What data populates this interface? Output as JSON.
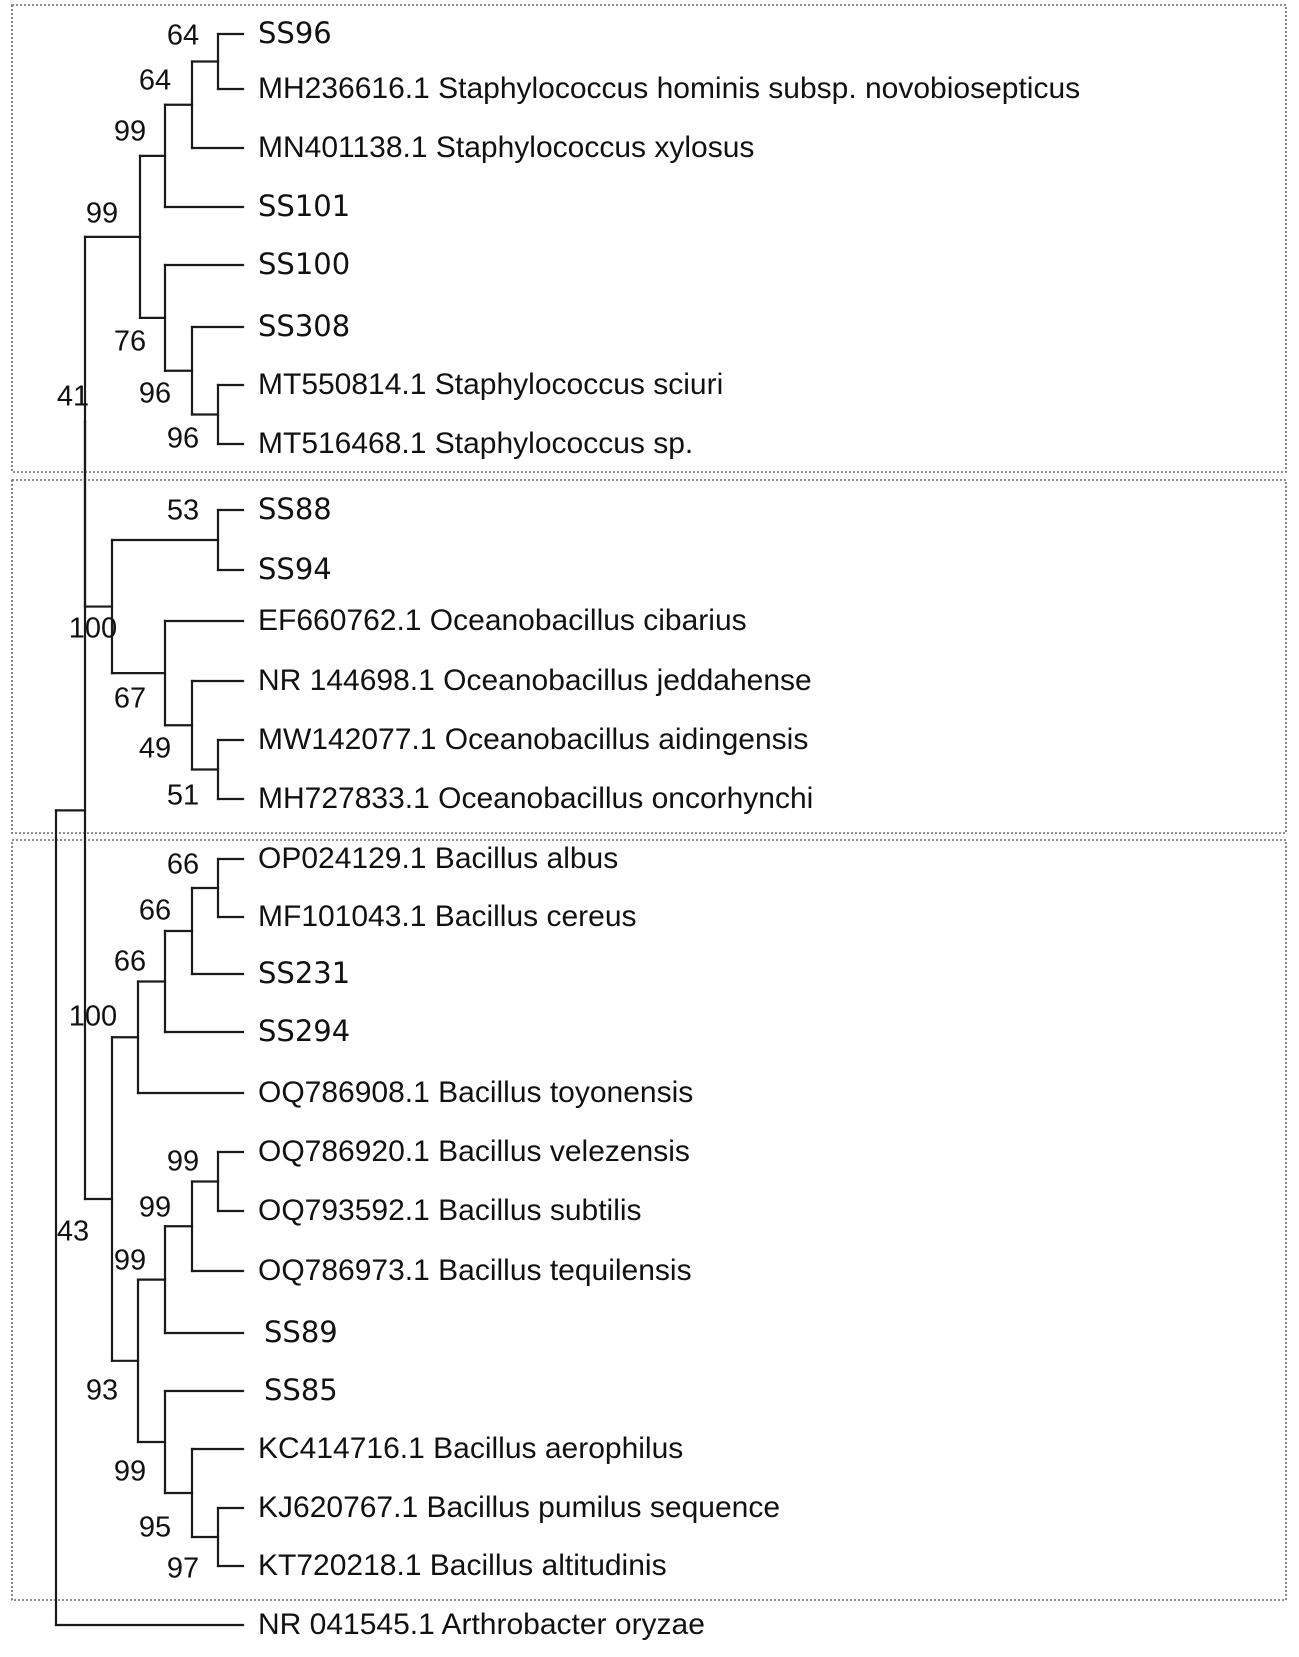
{
  "tree": {
    "leaves": [
      {
        "id": "SS96",
        "label": "SS96",
        "sample": true
      },
      {
        "id": "MH236616",
        "label": "MH236616.1 Staphylococcus hominis subsp. novobiosepticus"
      },
      {
        "id": "MN401138",
        "label": "MN401138.1 Staphylococcus xylosus"
      },
      {
        "id": "SS101",
        "label": "SS101",
        "sample": true
      },
      {
        "id": "SS100",
        "label": "SS100",
        "sample": true
      },
      {
        "id": "SS308",
        "label": "SS308",
        "sample": true
      },
      {
        "id": "MT550814",
        "label": "MT550814.1 Staphylococcus sciuri"
      },
      {
        "id": "MT516468",
        "label": "MT516468.1 Staphylococcus sp."
      },
      {
        "id": "SS88",
        "label": "SS88",
        "sample": true
      },
      {
        "id": "SS94",
        "label": "SS94",
        "sample": true
      },
      {
        "id": "EF660762",
        "label": "EF660762.1 Oceanobacillus cibarius"
      },
      {
        "id": "NR144698",
        "label": "NR 144698.1 Oceanobacillus jeddahense"
      },
      {
        "id": "MW142077",
        "label": "MW142077.1 Oceanobacillus aidingensis"
      },
      {
        "id": "MH727833",
        "label": "MH727833.1 Oceanobacillus oncorhynchi"
      },
      {
        "id": "OP024129",
        "label": "OP024129.1 Bacillus albus"
      },
      {
        "id": "MF101043",
        "label": "MF101043.1 Bacillus cereus"
      },
      {
        "id": "SS231",
        "label": "SS231",
        "sample": true
      },
      {
        "id": "SS294",
        "label": "SS294",
        "sample": true
      },
      {
        "id": "OQ786908",
        "label": "OQ786908.1 Bacillus toyonensis"
      },
      {
        "id": "OQ786920",
        "label": "OQ786920.1 Bacillus velezensis"
      },
      {
        "id": "OQ793592",
        "label": "OQ793592.1 Bacillus subtilis"
      },
      {
        "id": "OQ786973",
        "label": "OQ786973.1 Bacillus tequilensis"
      },
      {
        "id": "SS89",
        "label": "SS89",
        "sample": true
      },
      {
        "id": "SS85",
        "label": "SS85",
        "sample": true
      },
      {
        "id": "KC414716",
        "label": "KC414716.1 Bacillus aerophilus"
      },
      {
        "id": "KJ620767",
        "label": "KJ620767.1 Bacillus pumilus sequence"
      },
      {
        "id": "KT720218",
        "label": "KT720218.1 Bacillus altitudinis"
      },
      {
        "id": "NR041545",
        "label": "NR 041545.1 Arthrobacter oryzae"
      }
    ],
    "internal_nodes": [
      {
        "id": "n_ss96_mh",
        "children": [
          "SS96",
          "MH236616"
        ],
        "support": "64"
      },
      {
        "id": "n_xyl",
        "children": [
          "n_ss96_mh",
          "MN401138"
        ],
        "support": "64"
      },
      {
        "id": "n_ss101",
        "children": [
          "n_xyl",
          "SS101"
        ],
        "support": "99"
      },
      {
        "id": "n_sciuri",
        "children": [
          "MT550814",
          "MT516468"
        ],
        "support": "96"
      },
      {
        "id": "n_ss308",
        "children": [
          "SS308",
          "n_sciuri"
        ],
        "support": "96"
      },
      {
        "id": "n_ss100",
        "children": [
          "SS100",
          "n_ss308"
        ],
        "support": "76"
      },
      {
        "id": "n_staph",
        "children": [
          "n_ss101",
          "n_ss100"
        ],
        "support": "99"
      },
      {
        "id": "n_ss88",
        "children": [
          "SS88",
          "SS94"
        ],
        "support": "53"
      },
      {
        "id": "n_aid",
        "children": [
          "MW142077",
          "MH727833"
        ],
        "support": "51"
      },
      {
        "id": "n_jedd",
        "children": [
          "NR144698",
          "n_aid"
        ],
        "support": "49"
      },
      {
        "id": "n_cib",
        "children": [
          "EF660762",
          "n_jedd"
        ],
        "support": "67"
      },
      {
        "id": "n_ocean",
        "children": [
          "n_ss88",
          "n_cib"
        ],
        "support": "100"
      },
      {
        "id": "n_staph_ocean",
        "children": [
          "n_staph",
          "n_ocean"
        ],
        "support": "41"
      },
      {
        "id": "n_albus",
        "children": [
          "OP024129",
          "MF101043"
        ],
        "support": "66"
      },
      {
        "id": "n_ss231",
        "children": [
          "n_albus",
          "SS231"
        ],
        "support": "66"
      },
      {
        "id": "n_ss294",
        "children": [
          "n_ss231",
          "SS294"
        ],
        "support": "66"
      },
      {
        "id": "n_cereus_grp",
        "children": [
          "n_ss294",
          "OQ786908"
        ],
        "support": "100"
      },
      {
        "id": "n_vel",
        "children": [
          "OQ786920",
          "OQ793592"
        ],
        "support": "99"
      },
      {
        "id": "n_teq",
        "children": [
          "n_vel",
          "OQ786973"
        ],
        "support": "99"
      },
      {
        "id": "n_ss89",
        "children": [
          "n_teq",
          "SS89"
        ],
        "support": "99"
      },
      {
        "id": "n_pum",
        "children": [
          "KJ620767",
          "KT720218"
        ],
        "support": "97"
      },
      {
        "id": "n_aero",
        "children": [
          "KC414716",
          "n_pum"
        ],
        "support": "95"
      },
      {
        "id": "n_ss85",
        "children": [
          "SS85",
          "n_aero"
        ],
        "support": "99"
      },
      {
        "id": "n_subtilis_grp",
        "children": [
          "n_ss89",
          "n_ss85"
        ],
        "support": "93"
      },
      {
        "id": "n_bacillus",
        "children": [
          "n_cereus_grp",
          "n_subtilis_grp"
        ],
        "support": "43"
      },
      {
        "id": "n_ingroup",
        "children": [
          "n_staph_ocean",
          "n_bacillus"
        ],
        "support": ""
      },
      {
        "id": "root",
        "children": [
          "n_ingroup",
          "NR041545"
        ],
        "support": ""
      }
    ],
    "clade_boxes": [
      {
        "id": "staphylococcus-clade",
        "leaves": [
          "SS96",
          "MT516468"
        ]
      },
      {
        "id": "oceanobacillus-clade",
        "leaves": [
          "SS88",
          "MH727833"
        ]
      },
      {
        "id": "bacillus-clade",
        "leaves": [
          "OP024129",
          "KT720218"
        ]
      }
    ]
  }
}
